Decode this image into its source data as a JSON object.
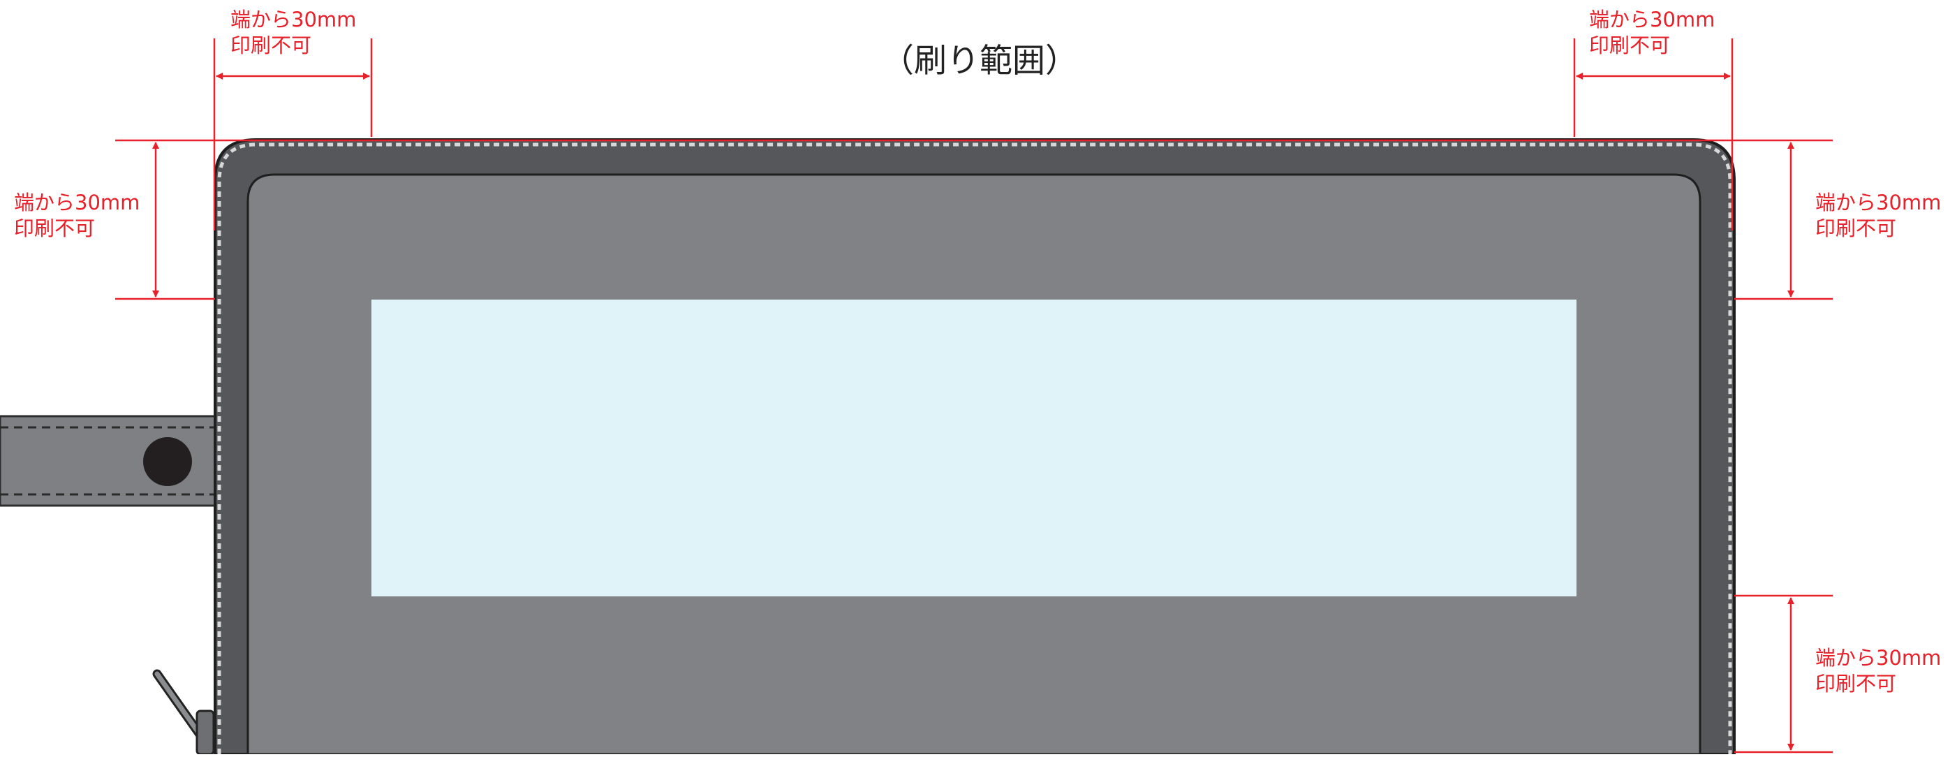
{
  "title": "（刷り範囲）",
  "annotations": [
    {
      "line1": "端から30mm",
      "line2": "印刷不可"
    },
    {
      "line1": "端から30mm",
      "line2": "印刷不可"
    },
    {
      "line1": "端から30mm",
      "line2": "印刷不可"
    },
    {
      "line1": "端から30mm",
      "line2": "印刷不可"
    },
    {
      "line1": "端から30mm",
      "line2": "印刷不可"
    }
  ],
  "colors": {
    "dimension_red": "#e8202a",
    "bag_outer": "#55575a",
    "bag_inner": "#808285",
    "print_area": "#e0f3f9",
    "strap": "#7e8083",
    "stitch": "#d8d8d8",
    "button": "#231f20"
  },
  "icons": [
    "snap-button-icon",
    "zipper-pull-icon"
  ]
}
